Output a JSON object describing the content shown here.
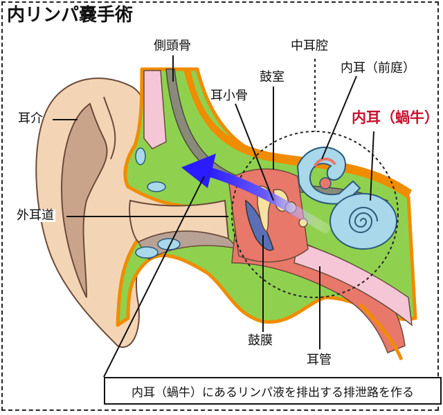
{
  "title": "内リンパ嚢手術",
  "labels": {
    "temporal_bone": "側頭骨",
    "middle_ear_cavity": "中耳腔",
    "inner_ear_vestibule": "内耳（前庭）",
    "tympanic_cavity": "鼓室",
    "ossicles": "耳小骨",
    "inner_ear_cochlea": "内耳（蝸牛）",
    "auricle": "耳介",
    "ear_canal": "外耳道",
    "eardrum": "鼓膜",
    "eustachian_tube": "耳管"
  },
  "caption": "内耳（蝸牛）にあるリンパ液を排出する排泄路を作る",
  "colors": {
    "skin": "#f3d5b5",
    "bone_green": "#8fd14f",
    "outline_orange": "#f08c00",
    "cartilage_pink": "#f5c6d6",
    "ear_canal_gray": "#b8a296",
    "red_tissue": "#e8786a",
    "blue_fluid": "#a8d8ea",
    "arrow_blue": "#3a2bff",
    "highlight_red": "#c8102e"
  }
}
